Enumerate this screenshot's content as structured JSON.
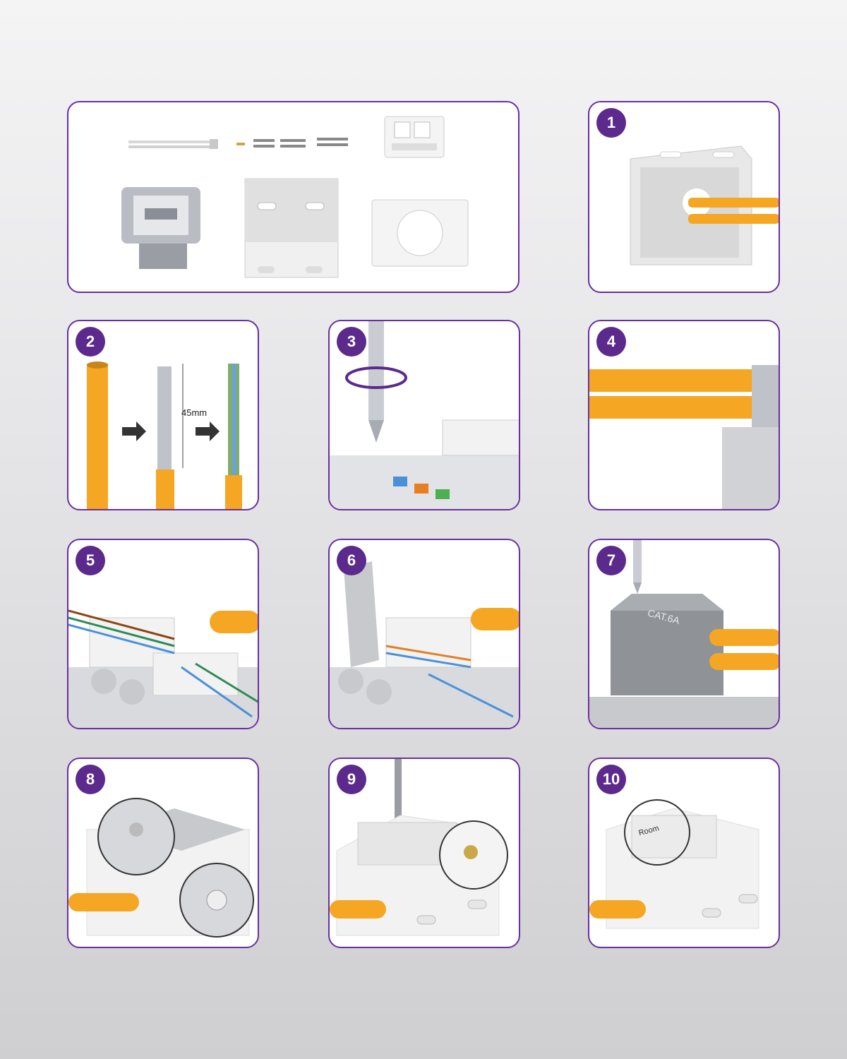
{
  "colors": {
    "accent": "#5b2a8c",
    "border": "#6a2fa0",
    "cable": "#f5a623"
  },
  "steps": [
    {
      "number": "1"
    },
    {
      "number": "2",
      "measure": "45mm"
    },
    {
      "number": "3"
    },
    {
      "number": "4"
    },
    {
      "number": "5"
    },
    {
      "number": "6"
    },
    {
      "number": "7",
      "label": "CAT.6A"
    },
    {
      "number": "8"
    },
    {
      "number": "9"
    },
    {
      "number": "10",
      "label": "Room"
    }
  ],
  "icons": [
    "cable-tie-icon",
    "screw-icon",
    "faceplate-icon",
    "keystone-module-icon",
    "surface-box-icon",
    "frame-icon",
    "screwdriver-icon",
    "rotate-arrow-icon",
    "arrow-right-icon",
    "magnifier-icon"
  ]
}
